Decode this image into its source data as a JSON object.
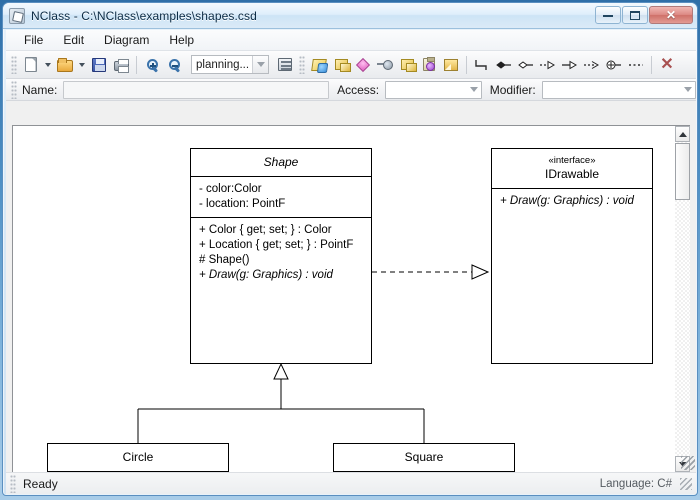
{
  "window": {
    "title": "NClass - C:\\NClass\\examples\\shapes.csd",
    "app_icon": "nclass-icon",
    "buttons": {
      "minimize": "minimize",
      "maximize": "maximize",
      "close": "✕"
    }
  },
  "menubar": {
    "items": [
      {
        "label": "File"
      },
      {
        "label": "Edit"
      },
      {
        "label": "Diagram"
      },
      {
        "label": "Help"
      }
    ]
  },
  "toolbar": {
    "file_tools": [
      {
        "name": "new-diagram-button",
        "icon": "new-document-icon",
        "has_dropdown": true
      },
      {
        "name": "open-button",
        "icon": "open-folder-icon",
        "has_dropdown": true
      },
      {
        "name": "save-button",
        "icon": "save-floppy-icon",
        "has_dropdown": false
      },
      {
        "name": "print-button",
        "icon": "printer-icon",
        "has_dropdown": false
      }
    ],
    "zoom_tools": [
      {
        "name": "zoom-in-button",
        "icon": "zoom-in-icon"
      },
      {
        "name": "zoom-out-button",
        "icon": "zoom-out-icon"
      }
    ],
    "zoom_combo": {
      "value": "planning...",
      "name": "zoom-level-combo"
    },
    "properties_button": {
      "name": "properties-button",
      "icon": "properties-icon"
    },
    "entity_tools": [
      {
        "name": "new-class-button",
        "icon": "class-icon"
      },
      {
        "name": "new-structure-button",
        "icon": "structure-icon"
      },
      {
        "name": "new-interface-button",
        "icon": "interface-icon"
      },
      {
        "name": "new-delegate-button",
        "icon": "delegate-icon"
      },
      {
        "name": "new-enum-button",
        "icon": "enum-icon"
      },
      {
        "name": "new-state-button",
        "icon": "state-icon"
      },
      {
        "name": "new-comment-button",
        "icon": "comment-icon"
      }
    ],
    "relation_tools": [
      {
        "name": "connection-tool",
        "icon": "step-line-icon"
      },
      {
        "name": "composition-tool",
        "icon": "filled-diamond-icon"
      },
      {
        "name": "aggregation-tool",
        "icon": "hollow-diamond-icon"
      },
      {
        "name": "realization-tool",
        "icon": "dashed-hollow-arrow-icon"
      },
      {
        "name": "generalization-tool",
        "icon": "solid-hollow-arrow-icon"
      },
      {
        "name": "dependency-tool",
        "icon": "dashed-open-arrow-icon"
      },
      {
        "name": "nesting-tool",
        "icon": "circle-plus-icon"
      },
      {
        "name": "comment-relation-tool",
        "icon": "dotted-line-icon"
      }
    ],
    "delete_button": {
      "name": "delete-button",
      "icon": "red-x-icon",
      "label": "✕"
    }
  },
  "property_bar": {
    "name": {
      "label": "Name:",
      "value": ""
    },
    "access": {
      "label": "Access:",
      "value": ""
    },
    "modifier": {
      "label": "Modifier:",
      "value": ""
    }
  },
  "diagram": {
    "classes": [
      {
        "id": "shape",
        "name": "Shape",
        "abstract": true,
        "stereotype": "",
        "fields": [
          "- color:Color",
          "- location: PointF"
        ],
        "operations": [
          {
            "text": "+ Color { get; set; } : Color",
            "abstract": false
          },
          {
            "text": "+ Location { get; set; } : PointF",
            "abstract": false
          },
          {
            "text": "# Shape()",
            "abstract": false
          },
          {
            "text": "+ Draw(g: Graphics) : void",
            "abstract": true
          }
        ]
      },
      {
        "id": "idrawable",
        "name": "IDrawable",
        "abstract": false,
        "stereotype": "«interface»",
        "fields": [],
        "operations": [
          {
            "text": "+ Draw(g: Graphics) : void",
            "abstract": true
          }
        ]
      },
      {
        "id": "circle",
        "name": "Circle",
        "abstract": false,
        "stereotype": "",
        "fields": [],
        "operations": []
      },
      {
        "id": "square",
        "name": "Square",
        "abstract": false,
        "stereotype": "",
        "fields": [],
        "operations": []
      }
    ],
    "relationships": [
      {
        "type": "realization",
        "from": "shape",
        "to": "idrawable"
      },
      {
        "type": "generalization",
        "from": "circle",
        "to": "shape"
      },
      {
        "type": "generalization",
        "from": "square",
        "to": "shape"
      }
    ]
  },
  "statusbar": {
    "status": "Ready",
    "language": "Language: C#"
  },
  "colors": {
    "title_text": "#0b2b45",
    "close_button": "#cf7169",
    "canvas_bg": "#ffffff",
    "diagram_line": "#000000",
    "interface_icon": "#e05fc0"
  }
}
